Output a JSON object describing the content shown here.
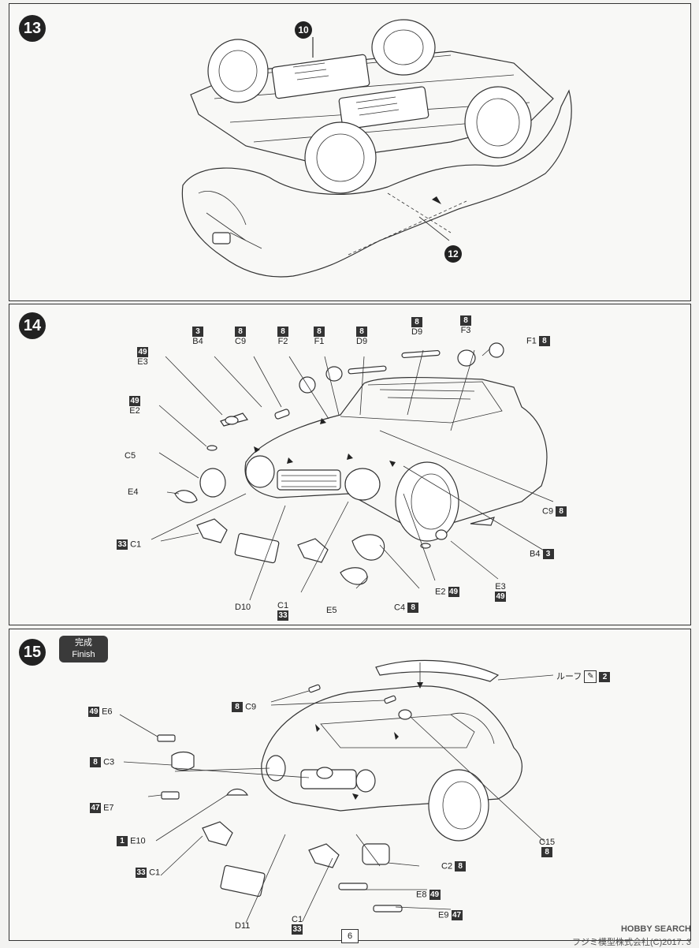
{
  "step13": {
    "number": "13",
    "subassembly_upper": "10",
    "subassembly_lower": "12"
  },
  "step14": {
    "number": "14",
    "callouts": {
      "b4_top": {
        "code": "3",
        "part": "B4"
      },
      "c9_top": {
        "code": "8",
        "part": "C9"
      },
      "f2_top": {
        "code": "8",
        "part": "F2"
      },
      "f1_top": {
        "code": "8",
        "part": "F1"
      },
      "d9_left": {
        "code": "8",
        "part": "D9"
      },
      "d9_right": {
        "code": "8",
        "part": "D9"
      },
      "f3_top": {
        "code": "8",
        "part": "F3"
      },
      "f1_right": {
        "code": "8",
        "part": "F1"
      },
      "e3_left": {
        "code": "49",
        "part": "E3"
      },
      "e2_left": {
        "code": "49",
        "part": "E2"
      },
      "c5": {
        "part": "C5"
      },
      "e4": {
        "part": "E4"
      },
      "c1_left": {
        "code": "33",
        "part": "C1"
      },
      "d10": {
        "part": "D10"
      },
      "c1_bottom": {
        "code": "33",
        "part": "C1"
      },
      "e5": {
        "part": "E5"
      },
      "c4": {
        "code": "8",
        "part": "C4"
      },
      "e2_right": {
        "code": "49",
        "part": "E2"
      },
      "e3_right": {
        "code": "49",
        "part": "E3"
      },
      "b4_right": {
        "code": "3",
        "part": "B4"
      },
      "c9_right": {
        "code": "8",
        "part": "C9"
      }
    }
  },
  "step15": {
    "number": "15",
    "finish_jp": "完成",
    "finish_en": "Finish",
    "callouts": {
      "e6": {
        "code": "49",
        "part": "E6"
      },
      "c9": {
        "code": "8",
        "part": "C9"
      },
      "roof": {
        "part": "ルーフ",
        "code": "2"
      },
      "c3": {
        "code": "8",
        "part": "C3"
      },
      "e7": {
        "code": "47",
        "part": "E7"
      },
      "e10": {
        "code": "1",
        "part": "E10"
      },
      "c1_left": {
        "code": "33",
        "part": "C1"
      },
      "d11": {
        "part": "D11"
      },
      "c1_bottom": {
        "code": "33",
        "part": "C1"
      },
      "c15": {
        "code": "8",
        "part": "C15"
      },
      "c2": {
        "code": "8",
        "part": "C2"
      },
      "e8": {
        "code": "49",
        "part": "E8"
      },
      "e9": {
        "code": "47",
        "part": "E9"
      }
    }
  },
  "footer": {
    "page_number": "6",
    "watermark": "HOBBY SEARCH",
    "copyright": "フジミ模型株式会社(C)2017. 3"
  }
}
